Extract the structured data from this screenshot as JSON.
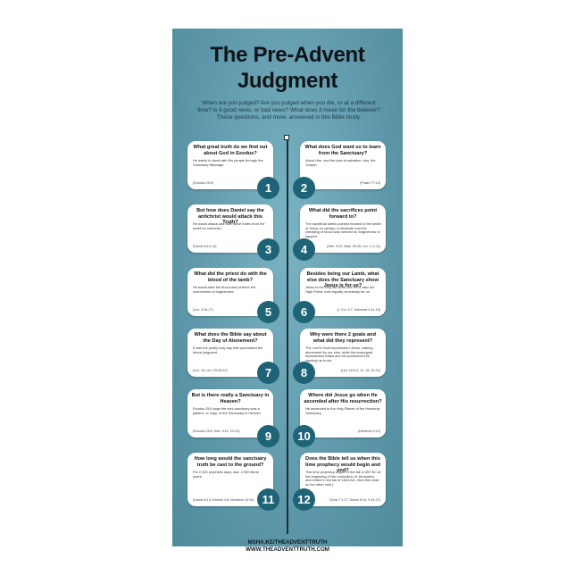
{
  "title_line1": "The Pre-Advent",
  "title_line2": "Judgment",
  "intro": "When are you judged? Are you judged when you die, or at a different time? Is it good news, or bad news? What does it mean for the believer? These questions, and more, answered in this Bible study.",
  "cards": [
    {
      "number": "1",
      "question": "What great truth do we find out about God in Exodus?",
      "answer": "He wants to dwell with His people through the Sanctuary Message.",
      "ref": "(Exodus 25:8)"
    },
    {
      "number": "2",
      "question": "What does God want us to learn from the Sanctuary?",
      "answer": "About Him, and the plan of salvation, aka. the Gospel.",
      "ref": "(Psalm 77:13)"
    },
    {
      "number": "3",
      "question": "But how does Daniel say the antichrist would attack this Truth?",
      "answer": "He would attack and hide these truths from the world for centuries.",
      "ref": "(Daniel 8:10-14)"
    },
    {
      "number": "4",
      "question": "What did the sacrifices point forward to?",
      "answer": "The sacrificial lambs pointed forward to the death of Jesus on calvary, to illustrate how the shedding of blood was needed for forgiveness to happen.",
      "ref": "(Heb. 9:22, Matt. 26:28, Lev. 1-4,:11)"
    },
    {
      "number": "5",
      "question": "What did the priest do with the blood of the lamb?",
      "answer": "He would take the blood and perform the ceremonies of forgiveness.",
      "ref": "(Lev. 4:16-17)"
    },
    {
      "number": "6",
      "question": "Besides being our Lamb, what else does the Sanctuary show Jesus is for us?",
      "answer": "Jesus is not only our lamb, but He is also our High Priest, both equally necessary for us.",
      "ref": "(1 Cor. 5:7, Hebrews 4:14-16)"
    },
    {
      "number": "7",
      "question": "What does the Bible say about the Day of Atonement?",
      "answer": "It was the yearly holy day that symbolized the future judgment.",
      "ref": "(Lev. 16, Lev. 23:26-32)"
    },
    {
      "number": "8",
      "question": "Why were there 2 goats and what did they represent?",
      "answer": "The Lord's Goat represented Jesus, making atonement for our sins, while the scapegoat represented Satan and his punishment for causing us to sin.",
      "ref": "(Lev. 16:8-9, 14, 16, 20-22)"
    },
    {
      "number": "9",
      "question": "But is there really a Sanctuary in Heaven?",
      "answer": "Exodus 25:8 says the mini-sanctuary was a pattern, or copy, of the Sanctuary in Heaven.",
      "ref": "(Exodus 25:8, Heb. 9:12, 23-24)"
    },
    {
      "number": "10",
      "question": "Where did Jesus go when He ascended after His resurrection?",
      "answer": "He ascended to the Holy Places of the Heavenly Sanctuary.",
      "ref": "(Hebrews 9:12)"
    },
    {
      "number": "11",
      "question": "How long would the sanctuary truth be cast to the ground?",
      "answer": "For 2,300 prophetic days, aka. 2,300 literal years.",
      "ref": "(Daniel 8:14; Ezekiel 4:6; Numbers 14:34)"
    },
    {
      "number": "12",
      "question": "Does the Bible tell us when this time prophecy would begin and end?",
      "answer": "This time prophecy began in the fall of 457 BC at the beginning of the restoration of Jerusalem, and ended in the fall of 1844 AD. (See this chart on the other side.)",
      "ref": "(Ezra 7:1-27; Daniel 8:14, 9:24-27)"
    }
  ],
  "footer_line1": "MSHA.KE/THEADVENTTRUTH",
  "footer_line2": "WWW.THEADVENTTRUTH.COM",
  "colors": {
    "background": "#5f9aab",
    "circle": "#1f6376",
    "card": "#ffffff"
  }
}
